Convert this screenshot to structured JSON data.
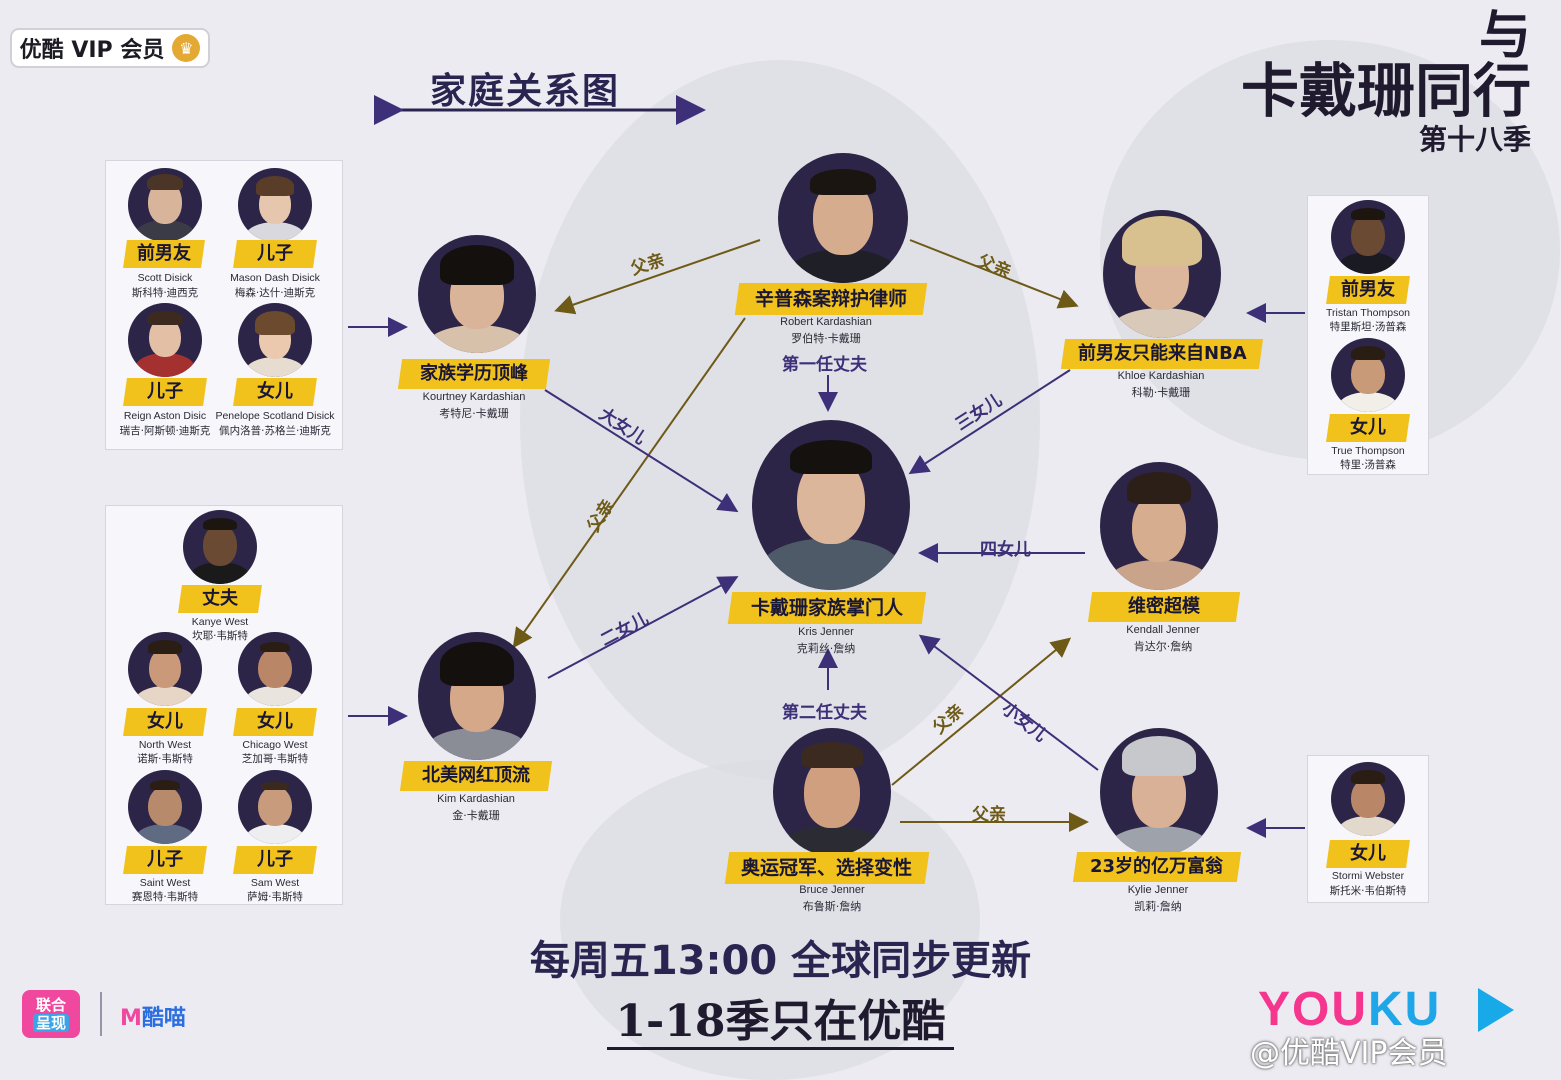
{
  "badge": {
    "text": "优酷 VIP 会员"
  },
  "diagram_title": "家庭关系图",
  "show": {
    "line1": "与",
    "line2": "卡戴珊同行",
    "line3": "第十八季"
  },
  "left_panel_top": {
    "m1": {
      "tag": "前男友",
      "en": "Scott Disick",
      "cn": "斯科特·迪西克"
    },
    "m2": {
      "tag": "儿子",
      "en": "Mason Dash Disick",
      "cn": "梅森·达什·迪斯克"
    },
    "m3": {
      "tag": "儿子",
      "en": "Reign Aston Disic",
      "cn": "瑞吉·阿斯顿·迪斯克"
    },
    "m4": {
      "tag": "女儿",
      "en": "Penelope Scotland Disick",
      "cn": "佩内洛普·苏格兰·迪斯克"
    }
  },
  "left_panel_bottom": {
    "m1": {
      "tag": "丈夫",
      "en": "Kanye West",
      "cn": "坎耶·韦斯特"
    },
    "m2": {
      "tag": "女儿",
      "en": "North West",
      "cn": "诺斯·韦斯特"
    },
    "m3": {
      "tag": "女儿",
      "en": "Chicago West",
      "cn": "芝加哥·韦斯特"
    },
    "m4": {
      "tag": "儿子",
      "en": "Saint West",
      "cn": "赛恩特·韦斯特"
    },
    "m5": {
      "tag": "儿子",
      "en": "Sam West",
      "cn": "萨姆·韦斯特"
    }
  },
  "right_panel_top": {
    "m1": {
      "tag": "前男友",
      "en": "Tristan Thompson",
      "cn": "特里斯坦·汤普森"
    },
    "m2": {
      "tag": "女儿",
      "en": "True Thompson",
      "cn": "特里·汤普森"
    }
  },
  "right_panel_bottom": {
    "m1": {
      "tag": "女儿",
      "en": "Stormi Webster",
      "cn": "斯托米·韦伯斯特"
    }
  },
  "people": {
    "robert": {
      "tag": "辛普森案辩护律师",
      "en": "Robert Kardashian",
      "cn": "罗伯特·卡戴珊"
    },
    "kourtney": {
      "tag": "家族学历顶峰",
      "en": "Kourtney Kardashian",
      "cn": "考特尼·卡戴珊"
    },
    "khloe": {
      "tag": "前男友只能来自NBA",
      "en": "Khloe Kardashian",
      "cn": "科勒·卡戴珊"
    },
    "kris": {
      "tag": "卡戴珊家族掌门人",
      "en": "Kris Jenner",
      "cn": "克莉丝·詹纳"
    },
    "kendall": {
      "tag": "维密超模",
      "en": "Kendall Jenner",
      "cn": "肯达尔·詹纳"
    },
    "kim": {
      "tag": "北美网红顶流",
      "en": "Kim Kardashian",
      "cn": "金·卡戴珊"
    },
    "bruce": {
      "tag": "奥运冠军、选择变性",
      "en": "Bruce Jenner",
      "cn": "布鲁斯·詹纳"
    },
    "kylie": {
      "tag": "23岁的亿万富翁",
      "en": "Kylie Jenner",
      "cn": "凯莉·詹纳"
    }
  },
  "relations": {
    "robert_kourtney": "父亲",
    "robert_khloe": "父亲",
    "robert_kris": "第一任丈夫",
    "robert_kim": "父亲",
    "kourtney_kris": "大女儿",
    "khloe_kris": "三女儿",
    "kim_kris": "二女儿",
    "kendall_kris": "四女儿",
    "bruce_kris": "第二任丈夫",
    "bruce_kendall": "父亲",
    "kylie_kris": "小女儿",
    "bruce_kylie": "父亲"
  },
  "footer": {
    "line1": "每周五13:00  全球同步更新",
    "line2": "1-18季只在优酷"
  },
  "logos": {
    "lianhe_top": "联合",
    "lianhe_bottom": "呈现",
    "kumiao_m": "M",
    "kumiao_text": "酷喵",
    "youku_1": "YOU",
    "youku_2": "KU"
  },
  "watermark": "@优酷VIP会员",
  "colors": {
    "purple_line": "#3d2f78",
    "gold_line": "#6e5a17",
    "tag_yellow": "#f1c21b",
    "navy_circle": "#2c2547"
  }
}
